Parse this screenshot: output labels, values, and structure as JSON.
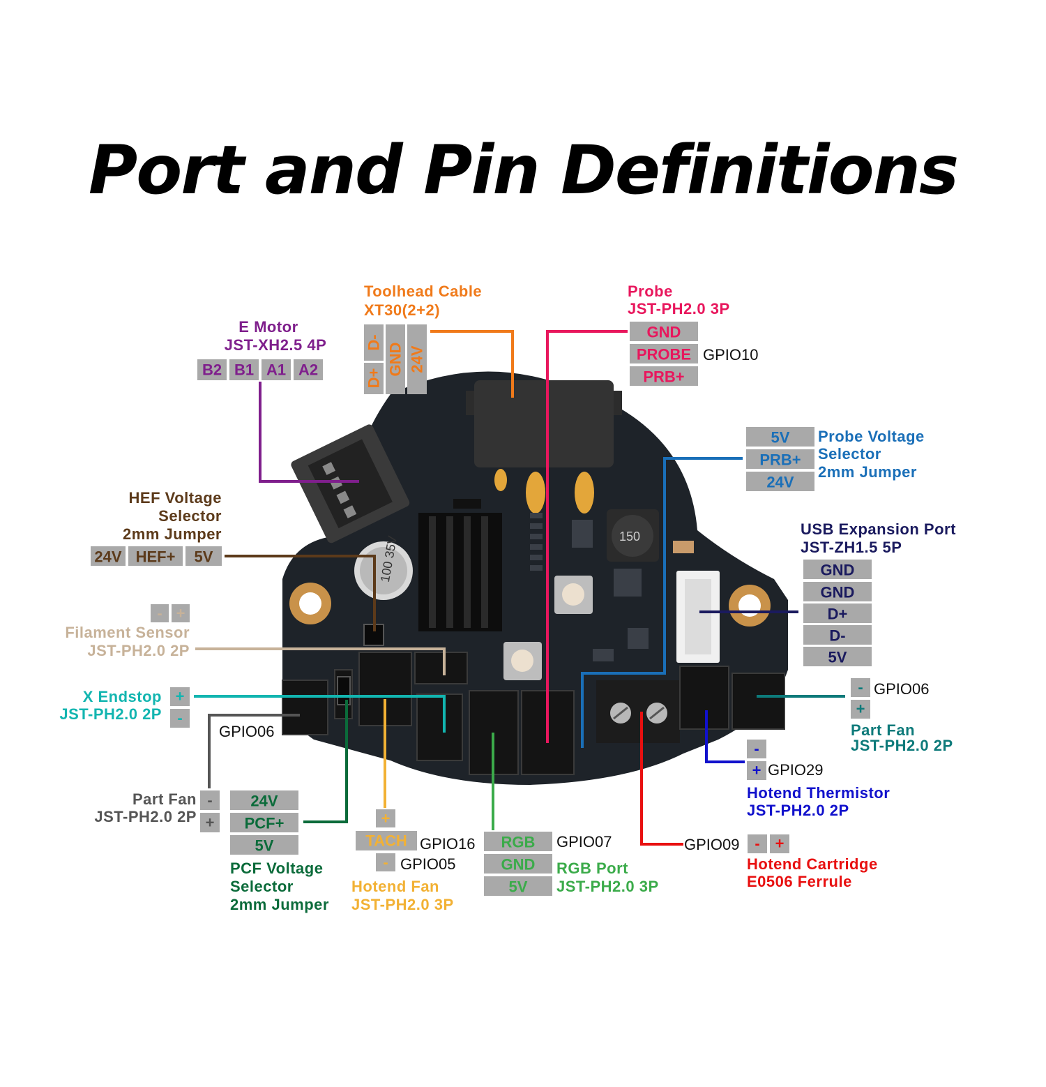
{
  "title": "Port and Pin Definitions",
  "colors": {
    "toolhead": "#f07a1a",
    "probe": "#e8175d",
    "emotor": "#7f1f8c",
    "hef": "#5c3a1a",
    "filament": "#c7b299",
    "xendstop": "#12b5b0",
    "partfan": "#555555",
    "pcf": "#0b6b3a",
    "hotendfan": "#f2b134",
    "rgb": "#3bab4a",
    "cartridge": "#e81010",
    "thermistor": "#1111cc",
    "partfan_right": "#0d7a7a",
    "usb": "#1a1a5e",
    "probevolt": "#1a6fb8",
    "pin_bg": "#a9a9a9",
    "board": "#1e2329"
  },
  "labels": {
    "toolhead": {
      "line1": "Toolhead Cable",
      "line2": "XT30(2+2)",
      "pins": [
        "D-",
        "GND",
        "24V",
        "D+"
      ]
    },
    "probe": {
      "line1": "Probe",
      "line2": "JST-PH2.0 3P",
      "pins": [
        "GND",
        "PROBE",
        "PRB+"
      ],
      "gpio": "GPIO10"
    },
    "emotor": {
      "line1": "E Motor",
      "line2": "JST-XH2.5 4P",
      "pins": [
        "B2",
        "B1",
        "A1",
        "A2"
      ]
    },
    "hef": {
      "line1": "HEF Voltage",
      "line2": "Selector",
      "line3": "2mm Jumper",
      "pins": [
        "24V",
        "HEF+",
        "5V"
      ]
    },
    "filament": {
      "line1": "Filament Sensor",
      "line2": "JST-PH2.0 2P",
      "pins": [
        "-",
        "+"
      ]
    },
    "xendstop": {
      "line1": "X Endstop",
      "line2": "JST-PH2.0 2P",
      "pins": [
        "+",
        "-"
      ],
      "gpio": "GPIO06"
    },
    "partfan_left": {
      "line1": "Part Fan",
      "line2": "JST-PH2.0 2P",
      "pins": [
        "-",
        "+"
      ]
    },
    "pcf": {
      "line1": "PCF Voltage",
      "line2": "Selector",
      "line3": "2mm Jumper",
      "pins": [
        "24V",
        "PCF+",
        "5V"
      ]
    },
    "hotendfan": {
      "line1": "Hotend Fan",
      "line2": "JST-PH2.0 3P",
      "pins": [
        "+",
        "TACH",
        "-"
      ],
      "gpio1": "GPIO16",
      "gpio2": "GPIO05"
    },
    "rgb": {
      "line1": "RGB Port",
      "line2": "JST-PH2.0 3P",
      "pins": [
        "RGB",
        "GND",
        "5V"
      ],
      "gpio": "GPIO07"
    },
    "cartridge": {
      "line1": "Hotend Cartridge",
      "line2": "E0506 Ferrule",
      "pins": [
        "-",
        "+"
      ],
      "gpio": "GPIO09"
    },
    "thermistor": {
      "line1": "Hotend Thermistor",
      "line2": "JST-PH2.0 2P",
      "pins": [
        "-",
        "+"
      ],
      "gpio": "GPIO29"
    },
    "partfan_right": {
      "line1": "Part Fan",
      "line2": "JST-PH2.0 2P",
      "pins": [
        "-",
        "+"
      ],
      "gpio": "GPIO06"
    },
    "usb": {
      "line1": "USB Expansion Port",
      "line2": "JST-ZH1.5 5P",
      "pins": [
        "GND",
        "GND",
        "D+",
        "D-",
        "5V"
      ]
    },
    "probevolt": {
      "line1": "Probe Voltage",
      "line2": "Selector",
      "line3": "2mm Jumper",
      "pins": [
        "5V",
        "PRB+",
        "24V"
      ]
    }
  }
}
